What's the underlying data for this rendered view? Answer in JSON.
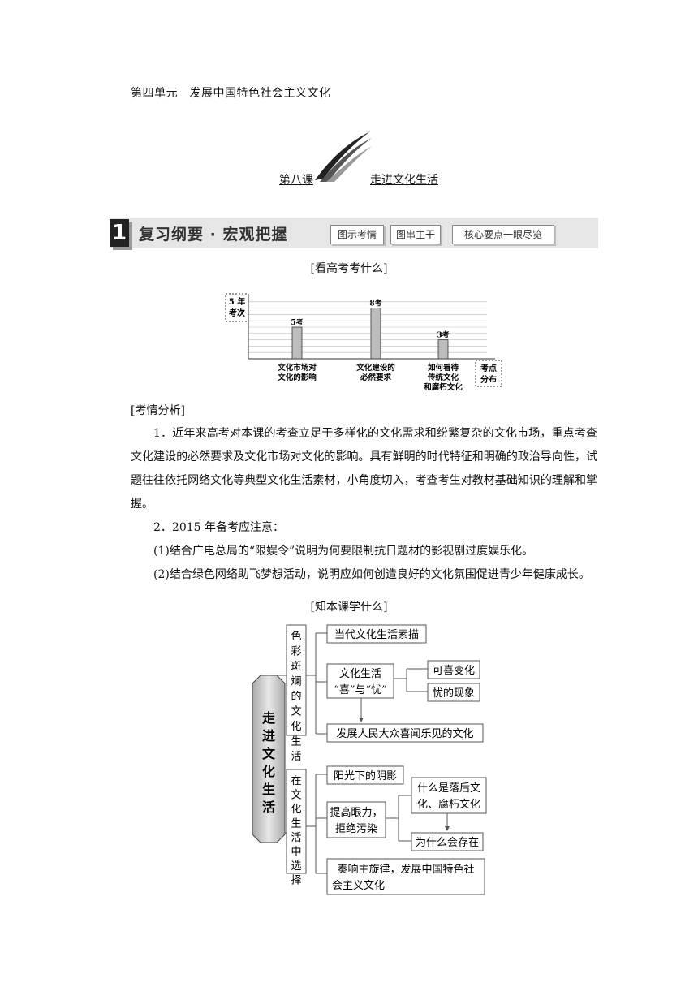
{
  "header": {
    "unit_title": "第四单元　发展中国特色社会主义文化",
    "lesson_number": "第八课",
    "lesson_name": "走进文化生活"
  },
  "banner": {
    "number": "1",
    "title": "复习纲要 · 宏观把握",
    "tabs": [
      "图示考情",
      "图串主干",
      "核心要点一眼尽览"
    ]
  },
  "section1": {
    "heading": "[看高考考什么]"
  },
  "chart_data": {
    "type": "bar",
    "ylabel": "5 年考次",
    "xlabel": "考点分布",
    "categories": [
      "文化市场对文化的影响",
      "文化建设的必然要求",
      "如何看待传统文化和腐朽文化"
    ],
    "category_lines": [
      [
        "文化市场对",
        "文化的影响"
      ],
      [
        "文化建设的",
        "必然要求"
      ],
      [
        "如何看待",
        "传统文化",
        "和腐朽文化"
      ]
    ],
    "values": [
      5,
      8,
      3
    ],
    "value_labels": [
      "5考",
      "8考",
      "3考"
    ],
    "ylabel_lines": [
      "5 年",
      "考次"
    ],
    "xlabel_lines": [
      "考点",
      "分布"
    ]
  },
  "analysis": {
    "heading": "[考情分析]",
    "p1": "1．近年来高考对本课的考查立足于多样化的文化需求和纷繁复杂的文化市场，重点考查文化建设的必然要求及文化市场对文化的影响。具有鲜明的时代特征和明确的政治导向性，试题往往依托网络文化等典型文化生活素材，小角度切入，考查考生对教材基础知识的理解和掌握。",
    "p2": "2．2015 年备考应注意：",
    "p3": "(1)结合广电总局的“限娱令”说明为何要限制抗日题材的影视剧过度娱乐化。",
    "p4": "(2)结合绿色网络助飞梦想活动，说明应如何创造良好的文化氛围促进青少年健康成长。"
  },
  "section2": {
    "heading": "[知本课学什么]"
  },
  "mindmap": {
    "root": "走进文化生活",
    "branch1": {
      "label": "色彩斑斓的文化生活",
      "item1": "当代文化生活素描",
      "item2_lines": [
        "文化生活",
        "“喜”与“忧”"
      ],
      "item2_sub1": "可喜变化",
      "item2_sub2": "忧的现象",
      "item3": "发展人民大众喜闻乐见的文化"
    },
    "branch2": {
      "label": "在文化生活中选择",
      "item1": "阳光下的阴影",
      "item2_lines": [
        "提高眼力，",
        "拒绝污染"
      ],
      "item2_sub1_lines": [
        "什么是落后文",
        "化、腐朽文化"
      ],
      "item2_sub2": "为什么会存在",
      "item3_lines": [
        "奏响主旋律，发展中国特色社",
        "会主义文化"
      ]
    }
  }
}
